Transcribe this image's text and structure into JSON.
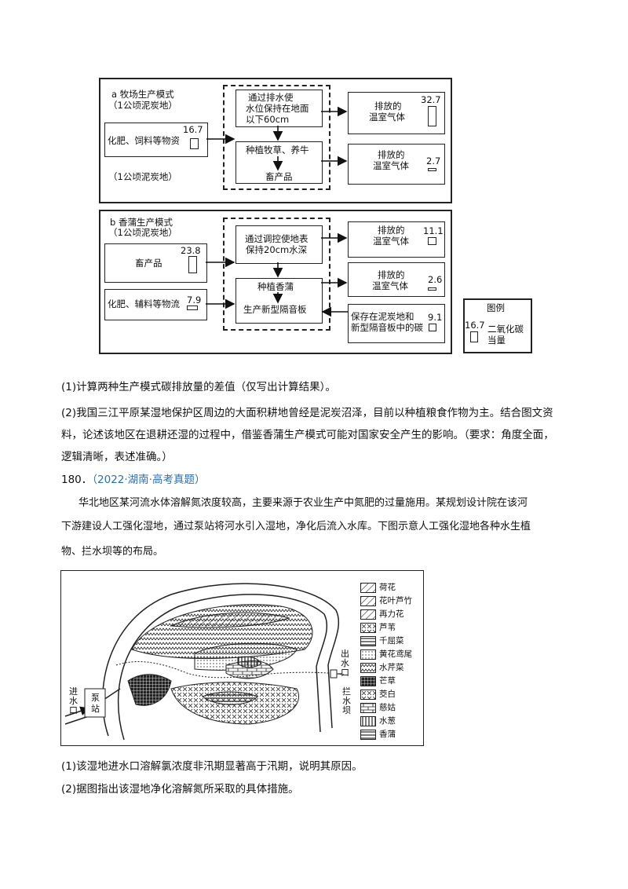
{
  "diagram": {
    "panel_a": {
      "title": "a 牧场生产模式",
      "subtitle": "（1公顷泥炭地）",
      "bottom_note": "（1公顷泥炭地）",
      "input_label": "化肥、饲料等物资",
      "input_value": "16.7",
      "step1": [
        "通过排水使",
        "水位保持在地面",
        "以下60cm"
      ],
      "step2": "种植牧草、养牛",
      "step3": "畜产品",
      "out1_label": [
        "排放的",
        "温室气体"
      ],
      "out1_value": "32.7",
      "out2_label": [
        "排放的",
        "温室气体"
      ],
      "out2_value": "2.7"
    },
    "panel_b": {
      "title": "b 香蒲生产模式",
      "subtitle": "（1公顷泥炭地）",
      "in1_label": "畜产品",
      "in1_value": "23.8",
      "in2_label": "化肥、辅料等物流",
      "in2_value": "7.9",
      "step1": [
        "通过调控使地表",
        "保持20cm水深"
      ],
      "step2": "种植香蒲",
      "step3": "生产新型隔音板",
      "out1_label": [
        "排放的",
        "温室气体"
      ],
      "out1_value": "11.1",
      "out2_label": [
        "排放的",
        "温室气体"
      ],
      "out2_value": "2.6",
      "out3_label": [
        "保存在泥炭地和",
        "新型隔音板中的碳"
      ],
      "out3_value": "9.1"
    },
    "legend": {
      "title": "图例",
      "value": "16.7",
      "label": [
        "二氧化碳",
        "当量"
      ]
    }
  },
  "questions1": {
    "q1": "(1)计算两种生产模式碳排放量的差值（仅写出计算结果）。",
    "q2_line1": "(2)我国三江平原某湿地保护区周边的大面积耕地曾经是泥炭沼泽，目前以种植粮食作物为主。结合图文资",
    "q2_line2": "料，论述该地区在退耕还湿的过程中，借鉴香蒲生产模式可能对国家安全产生的影响。（要求：角度全面，",
    "q2_line3": "逻辑清晰，表述准确。）"
  },
  "problem180": {
    "number": "180．",
    "source": "（2022·湖南·高考真题）",
    "text_line1": "华北地区某河流水体溶解氮浓度较高，主要来源于农业生产中氮肥的过量施用。某规划设计院在该河",
    "text_line2": "下游建设人工强化湿地，通过泵站将河水引入湿地，净化后流入水库。下图示意人工强化湿地各种水生植",
    "text_line3": "物、拦水坝等的布局。"
  },
  "map": {
    "inlet": [
      "进",
      "水",
      "口"
    ],
    "pump": [
      "泵",
      "站"
    ],
    "outlet": [
      "出",
      "水",
      "口"
    ],
    "dam": [
      "拦",
      "水",
      "坝"
    ],
    "legend": [
      "荷花",
      "花叶芦竹",
      "再力花",
      "芦苇",
      "千屈菜",
      "黄花鸢尾",
      "水芹菜",
      "芒草",
      "茭白",
      "慈姑",
      "水葱",
      "香蒲"
    ]
  },
  "questions2": {
    "q1": "(1)该湿地进水口溶解氯浓度非汛期显著高于汛期，说明其原因。",
    "q2": "(2)据图指出该湿地净化溶解氮所采取的具体措施。"
  }
}
